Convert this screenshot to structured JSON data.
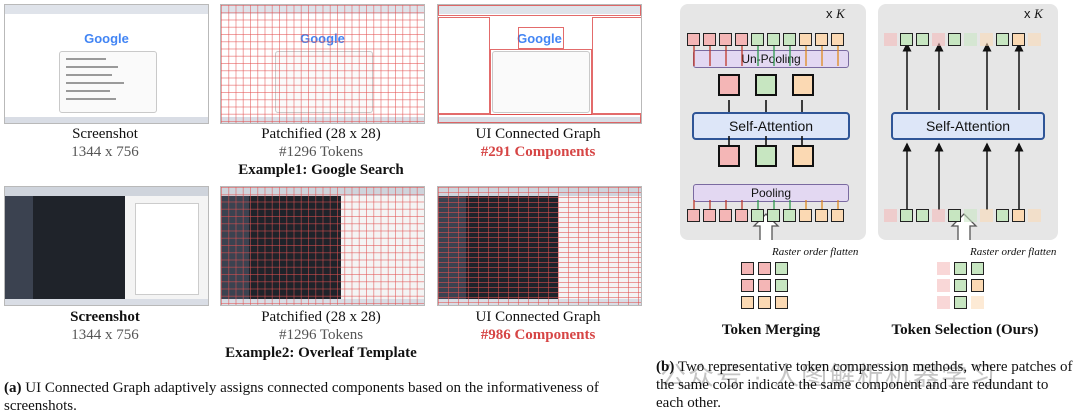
{
  "panel_a": {
    "example1": {
      "title": "Example1: Google Search",
      "screenshot": {
        "label": "Screenshot",
        "size": "1344 x 756"
      },
      "patchified": {
        "label": "Patchified (28 x 28)",
        "tokens": "#1296 Tokens"
      },
      "graph": {
        "label": "UI Connected Graph",
        "components": "#291 Components"
      },
      "logo_text": "Google"
    },
    "example2": {
      "title": "Example2: Overleaf Template",
      "screenshot": {
        "label": "Screenshot",
        "size": "1344 x 756"
      },
      "patchified": {
        "label": "Patchified (28 x 28)",
        "tokens": "#1296 Tokens"
      },
      "graph": {
        "label": "UI Connected Graph",
        "components": "#986 Components"
      }
    },
    "caption_tag": "(a)",
    "caption": "UI Connected Graph adaptively assigns connected components based on the informativeness of screenshots."
  },
  "panel_b": {
    "merging": {
      "repeat": "x",
      "repeat_var": "K",
      "unpool": "Un-Pooling",
      "attention": "Self-Attention",
      "pool": "Pooling",
      "flatten": "Raster order flatten",
      "title": "Token Merging"
    },
    "selection": {
      "repeat": "x",
      "repeat_var": "K",
      "attention": "Self-Attention",
      "flatten": "Raster order flatten",
      "title": "Token Selection (Ours)"
    },
    "caption_tag": "(b)",
    "caption": "Two representative token compression methods, where patches of the same color indicate the same component and are redundant to each other."
  },
  "watermark": "公众号 · 人图解析机器学习",
  "colors": {
    "red": "#f4b6b6",
    "green": "#c7e6c1",
    "orange": "#fbd9b3",
    "purple": "#e3d8f2",
    "blue": "#dde6f8",
    "accent": "#d64545"
  }
}
